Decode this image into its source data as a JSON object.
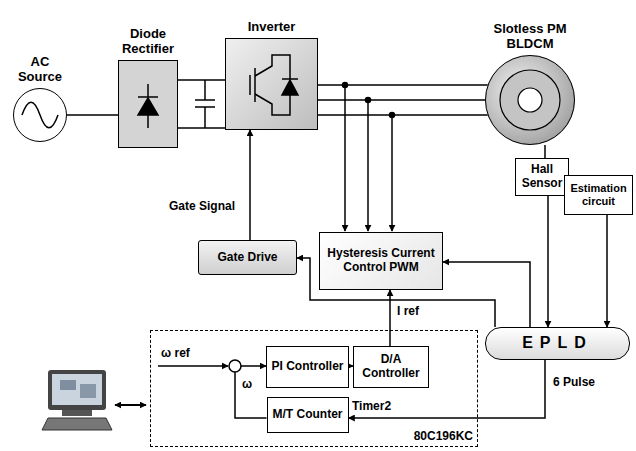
{
  "diagram": {
    "nodes": [
      {
        "text": [
          "AC Source"
        ]
      },
      {
        "text": [
          "Diode Rectifier"
        ]
      },
      {
        "text": [
          "Inverter"
        ]
      },
      {
        "text": [
          "Slotless PM BLDCM"
        ]
      },
      {
        "text": [
          "Hall Sensor"
        ]
      },
      {
        "text": [
          "Estimation circuit"
        ]
      },
      {
        "text": [
          "Hysteresis Current Control PWM"
        ]
      },
      {
        "text": [
          "Gate Drive"
        ]
      },
      {
        "text": [
          "EPLD"
        ]
      },
      {
        "text": [
          "80C196KC"
        ]
      },
      {
        "text": [
          "PI Controller"
        ],
        "in": 9
      },
      {
        "text": [
          "D/A Controller"
        ],
        "in": 9
      },
      {
        "text": [
          "M/T Counter"
        ],
        "in": 9
      }
    ],
    "edges": [
      {
        "from": 0,
        "to": 1,
        "arrow": "none"
      },
      {
        "from": 1,
        "to": 2,
        "arrow": "none"
      },
      {
        "from": 2,
        "to": 3,
        "arrow": "none"
      },
      {
        "from": 3,
        "to": 4,
        "arrow": "none"
      },
      {
        "from": 7,
        "to": 2,
        "label": "Gate Signal",
        "arrow": "to"
      },
      {
        "from": 8,
        "to": 6,
        "arrow": "to"
      },
      {
        "from": 4,
        "to": 8,
        "arrow": "to"
      },
      {
        "from": 5,
        "to": 8,
        "arrow": "to"
      },
      {
        "from": 8,
        "to": 7,
        "arrow": "to"
      },
      {
        "from": 10,
        "to": 11,
        "arrow": "to"
      },
      {
        "from": 11,
        "to": 6,
        "label": "I ref",
        "arrow": "to"
      },
      {
        "from": 8,
        "to": 12,
        "label": "6 Pulse",
        "arrow": "to"
      },
      {
        "from": 12,
        "to": 10,
        "arrow": "to"
      }
    ],
    "labels": [
      "ω ref",
      "ω",
      "Timer2"
    ]
  }
}
